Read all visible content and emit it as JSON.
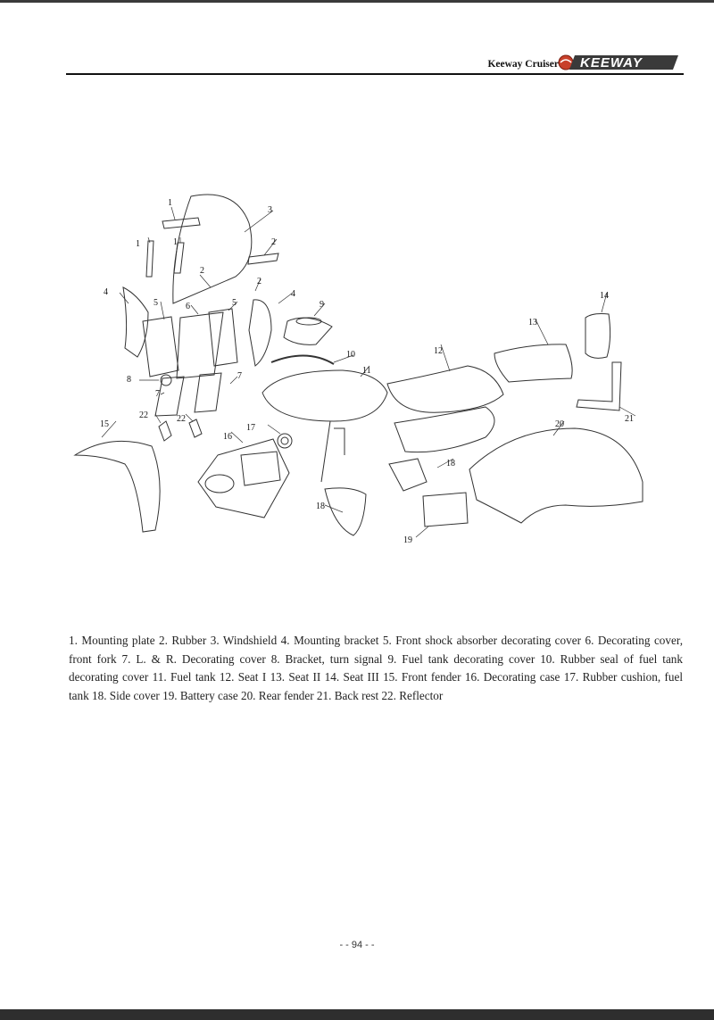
{
  "header": {
    "brand_text": "Keeway Cruiser",
    "logo_text": "KEEWAY",
    "accent_color": "#c8402a"
  },
  "diagram": {
    "callouts": [
      "1",
      "1",
      "1",
      "2",
      "2",
      "2",
      "3",
      "4",
      "4",
      "5",
      "5",
      "6",
      "7",
      "7",
      "8",
      "9",
      "10",
      "11",
      "12",
      "13",
      "14",
      "15",
      "16",
      "17",
      "18",
      "18",
      "19",
      "20",
      "21",
      "22",
      "22"
    ]
  },
  "caption": {
    "text": "1. Mounting plate 2. Rubber 3. Windshield 4. Mounting bracket 5.  Front shock absorber decorating cover 6. Decorating cover, front fork 7. L. & R. Decorating cover 8. Bracket, turn signal 9. Fuel tank decorating cover 10. Rubber seal of fuel tank decorating cover 11. Fuel tank     12. Seat I 13. Seat II 14. Seat III 15. Front fender     16. Decorating case 17. Rubber cushion, fuel tank 18. Side cover     19. Battery case 20. Rear fender 21. Back rest 22. Reflector"
  },
  "footer": {
    "page_number": "- - 94 - -"
  }
}
